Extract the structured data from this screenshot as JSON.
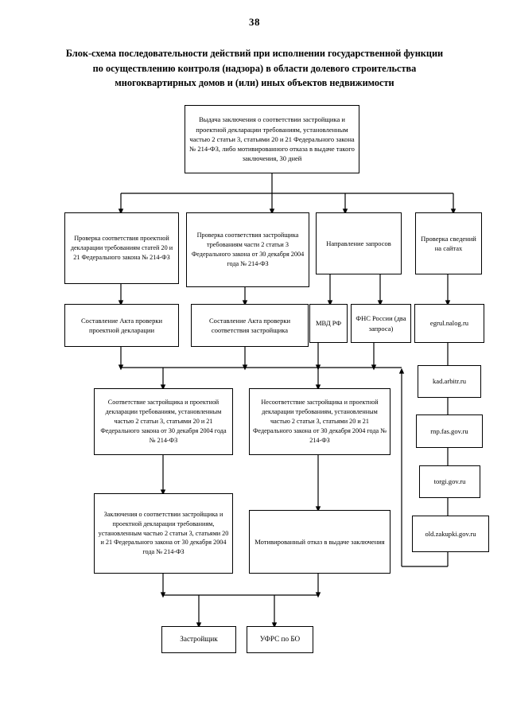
{
  "page": {
    "number": "38",
    "title": "Блок-схема последовательности действий при исполнении государственной функции по осуществлению контроля (надзора) в области долевого строительства многоквартирных домов и (или) иных объектов недвижимости"
  },
  "nodes": {
    "root": "Выдача заключения о соответствии застройщика и проектной декларации требованиям, установленным частью 2 статьи 3, статьями 20 и 21 Федерального закона № 214-ФЗ, либо мотивированного отказа в выдаче такого заключения, 30 дней",
    "check_declaration": "Проверка соответствия проектной декларации требованиям статей 20 и 21 Федерального закона № 214-ФЗ",
    "check_developer": "Проверка соответствия застройщика требованиям части 2 статьи 3 Федерального закона от 30 декабря 2004 года № 214-ФЗ",
    "send_requests": "Направление запросов",
    "check_sites": "Проверка сведений на сайтах",
    "act_declaration": "Составление Акта проверки проектной декларации",
    "act_developer": "Составление Акта проверки соответствия застройщика",
    "mvd": "МВД РФ",
    "fns": "ФНС России (два запроса)",
    "site_egrul": "egrul.nalog.ru",
    "site_kad": "kad.arbitr.ru",
    "site_rnp": "rnp.fas.gov.ru",
    "site_torgi": "torgi.gov.ru",
    "site_zakupki": "old.zakupki.gov.ru",
    "compliance": "Соответствие застройщика и проектной декларации требованиям, установленным частью 2 статьи 3, статьями 20 и 21 Федерального закона от 30 декабря 2004 года № 214-ФЗ",
    "noncompliance": "Несоответствие застройщика и проектной декларации требованиям, установленным частью 2 статьи 3, статьями 20 и 21 Федерального закона от 30 декабря 2004 года № 214-ФЗ",
    "conclusion": "Заключения о соответствии застройщика и проектной декларации требованиям, установленным частью 2 статьи 3, статьями 20 и 21 Федерального закона от 30 декабря 2004 года № 214-ФЗ",
    "refusal": "Мотивированный отказ в выдаче заключения",
    "developer": "Застройщик",
    "ufrs": "УФРС по БО"
  },
  "style": {
    "line_color": "#000000",
    "box_border": "#000000",
    "background": "#ffffff"
  }
}
